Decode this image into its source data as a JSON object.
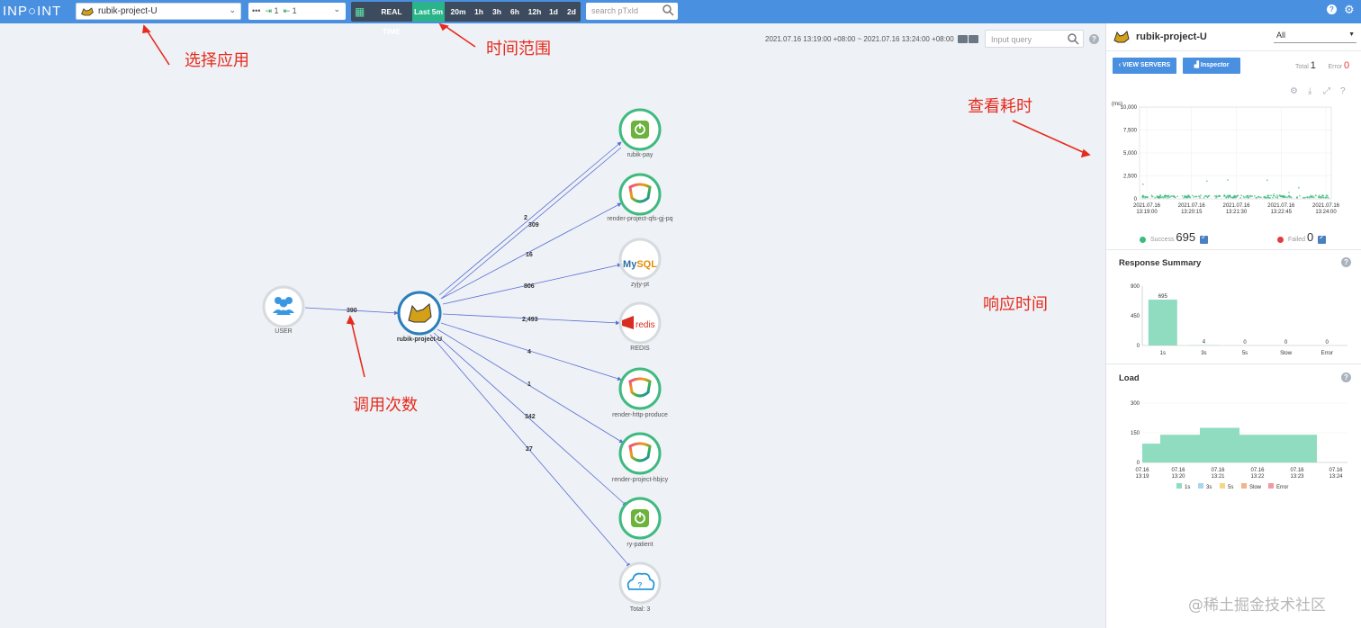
{
  "topbar": {
    "logo": "INP○INT",
    "app_selected": "rubik-project-U",
    "agents_dots": "•••",
    "agents_in": "1",
    "agents_out": "1",
    "time_buttons": [
      "REAL TIME",
      "Last 5m",
      "20m",
      "1h",
      "3h",
      "6h",
      "12h",
      "1d",
      "2d"
    ],
    "active_time": "Last 5m",
    "search_placeholder": "search pTxId"
  },
  "canvas": {
    "range": "2021.07.16 13:19:00 +08:00 ~ 2021.07.16 13:24:00 +08:00",
    "query_placeholder": "Input query"
  },
  "annotations": {
    "select_app": "选择应用",
    "time_range": "时间范围",
    "view_time": "查看耗时",
    "response_time": "响应时间",
    "call_count": "调用次数"
  },
  "map": {
    "user": {
      "label": "USER"
    },
    "center": {
      "label": "rubik-project-U"
    },
    "user_edge": "390",
    "targets": [
      {
        "label": "rubik-pay",
        "icon": "spring-power-icon",
        "count": "2"
      },
      {
        "label": "render-project-qfs-gj-pq",
        "icon": "rainbow-shield-icon",
        "count": "309"
      },
      {
        "label": "zyjy-pt",
        "icon": "mysql-icon",
        "count": "16"
      },
      {
        "label": "REDIS",
        "icon": "redis-icon",
        "count": "806"
      },
      {
        "label": "render-http-produce",
        "icon": "rainbow-shield-icon",
        "count": "2,493"
      },
      {
        "label": "render-project-hbjcy",
        "icon": "rainbow-shield-icon",
        "count": "4"
      },
      {
        "label": "ry-patient",
        "icon": "spring-power-icon",
        "count": "1"
      },
      {
        "label": "Total: 3",
        "icon": "cloud-question-icon",
        "count": "342"
      }
    ],
    "extra_count": "27"
  },
  "panel": {
    "title": "rubik-project-U",
    "filter": "All",
    "view_servers": "VIEW SERVERS",
    "inspector": "Inspector",
    "total_label": "Total",
    "total_value": "1",
    "error_label": "Error",
    "error_value": "0",
    "scatter": {
      "unit": "(ms)",
      "y_ticks": [
        "10,000",
        "7,500",
        "5,000",
        "2,500",
        "0"
      ],
      "x_ticks": [
        [
          "2021.07.16",
          "13:19:00"
        ],
        [
          "2021.07.16",
          "13:20:15"
        ],
        [
          "2021.07.16",
          "13:21:30"
        ],
        [
          "2021.07.16",
          "13:22:45"
        ],
        [
          "2021.07.16",
          "13:24:00"
        ]
      ],
      "success_label": "Success",
      "success_count": "695",
      "failed_label": "Failed",
      "failed_count": "0"
    },
    "response_summary": {
      "title": "Response Summary",
      "y_ticks": [
        "900",
        "450",
        "0"
      ],
      "categories": [
        "1s",
        "3s",
        "5s",
        "Slow",
        "Error"
      ],
      "values": [
        695,
        4,
        0,
        0,
        0
      ],
      "value_labels": [
        "695",
        "4",
        "0",
        "0",
        "0"
      ]
    },
    "load": {
      "title": "Load",
      "y_ticks": [
        "300",
        "150",
        "0"
      ],
      "x_ticks": [
        [
          "07.16",
          "13:19"
        ],
        [
          "07.16",
          "13:20"
        ],
        [
          "07.16",
          "13:21"
        ],
        [
          "07.16",
          "13:22"
        ],
        [
          "07.16",
          "13:23"
        ],
        [
          "07.16",
          "13:24"
        ]
      ],
      "legend": [
        "1s",
        "3s",
        "5s",
        "Slow",
        "Error"
      ],
      "legend_colors": [
        "#8fdcc0",
        "#a9d7f0",
        "#f6d58a",
        "#f2b48c",
        "#f09aa1"
      ],
      "values_1s": [
        95,
        140,
        175,
        140,
        140
      ]
    }
  },
  "watermark": "@稀土掘金技术社区"
}
